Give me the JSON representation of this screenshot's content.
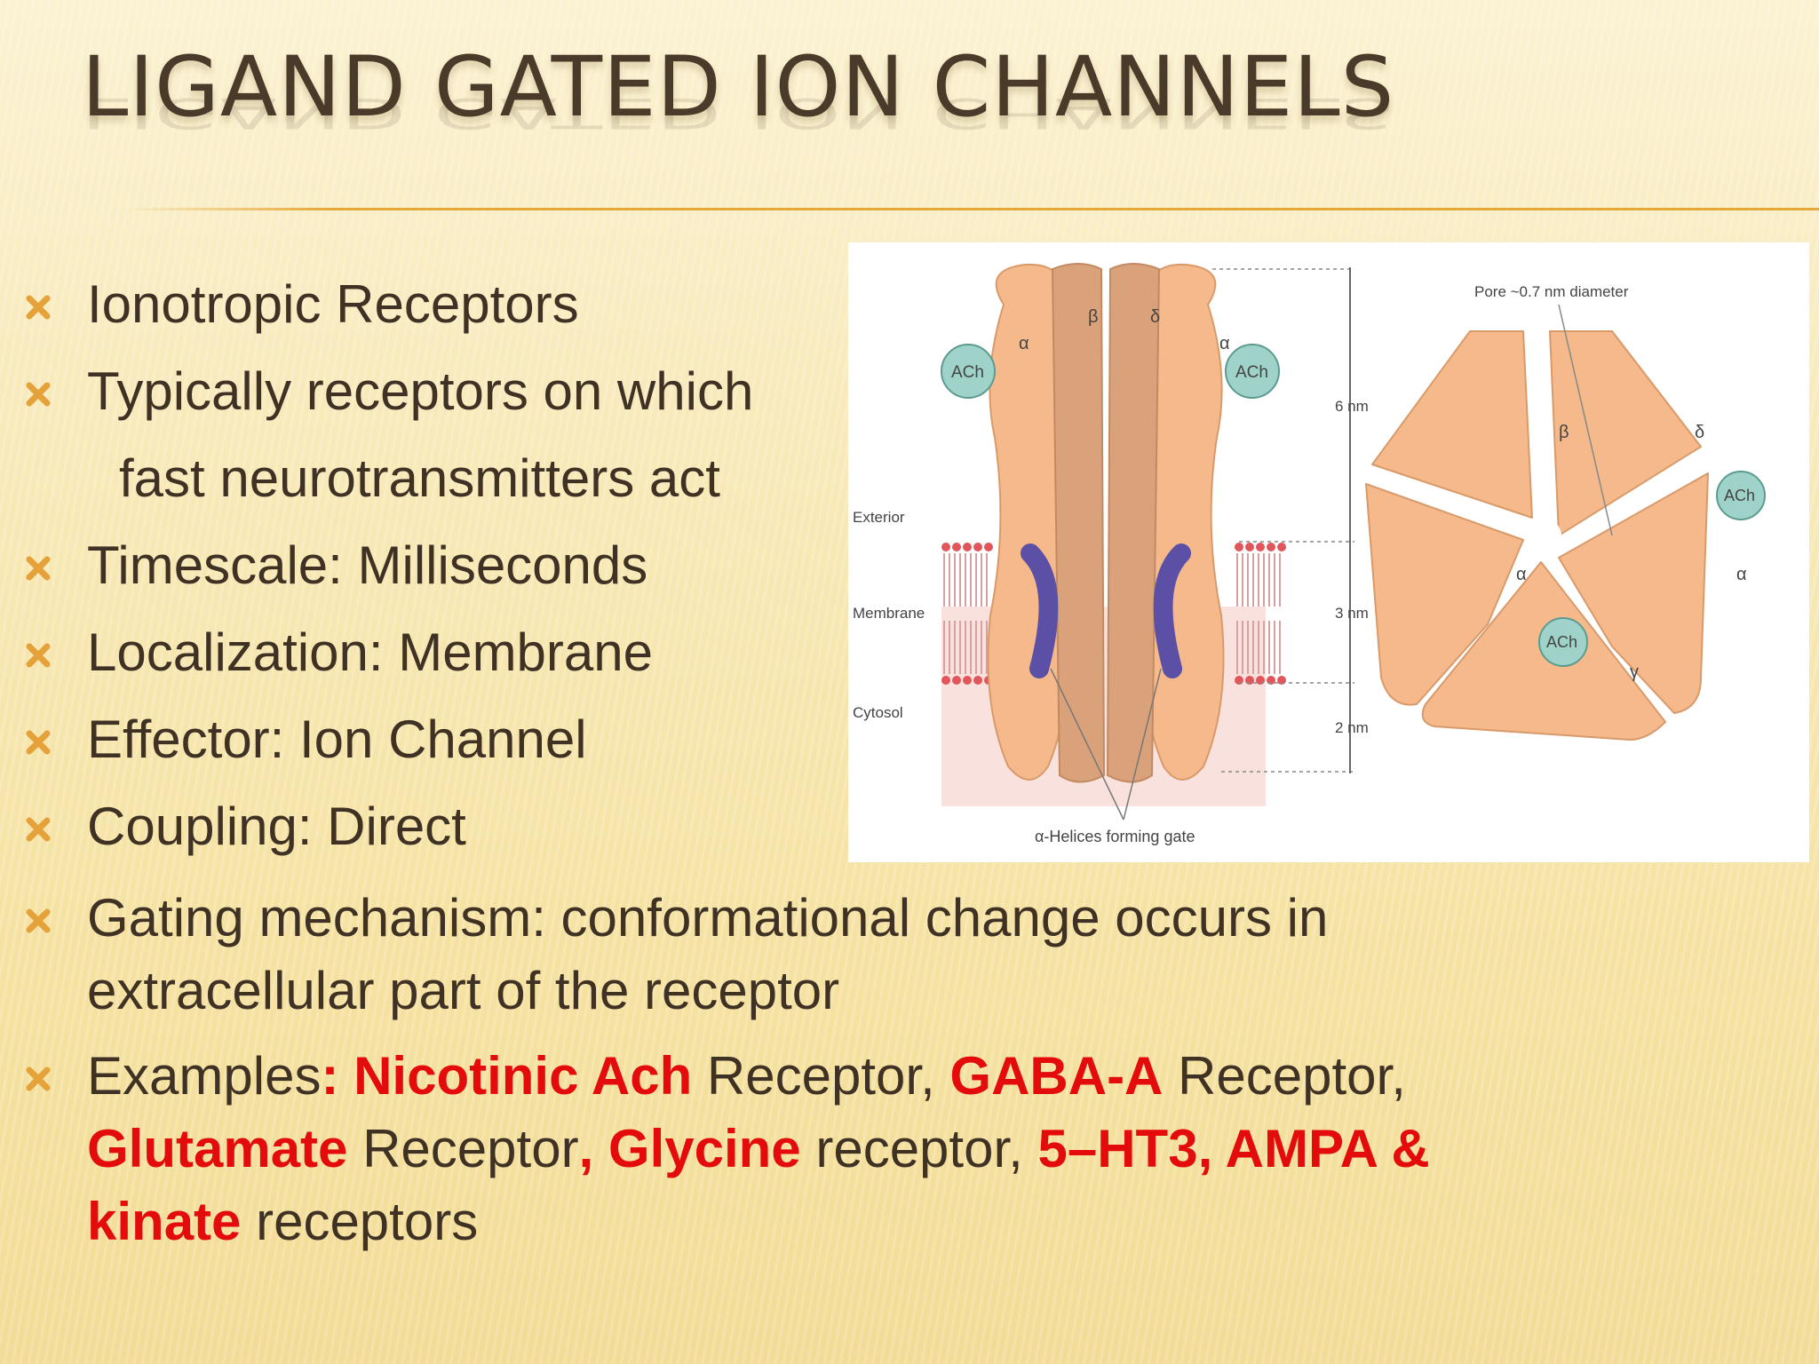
{
  "slide": {
    "title": "LIGAND GATED ION CHANNELS"
  },
  "bullets": [
    {
      "line1": "Ionotropic Receptors"
    },
    {
      "line1": "Typically receptors on which",
      "line2": "fast neurotransmitters act"
    },
    {
      "line1": "Timescale: Milliseconds"
    },
    {
      "line1": "Localization: Membrane"
    },
    {
      "line1": "Effector: Ion Channel"
    },
    {
      "line1": "Coupling: Direct"
    },
    {
      "line1": "Gating mechanism: conformational change occurs in",
      "line2": "extracellular part of the receptor"
    }
  ],
  "examples": {
    "t1": "Examples",
    "r1": ": Nicotinic Ach",
    "t2": " Receptor, ",
    "r2": "GABA-A",
    "t3": " Receptor,",
    "r3": "Glutamate",
    "t4": " Receptor",
    "r4": ", Glycine",
    "t5": " receptor, ",
    "r5": "5–HT3, AMPA &",
    "r6": "kinate",
    "t6": " receptors"
  },
  "figure": {
    "subunits_side": [
      "α",
      "β",
      "δ",
      "α"
    ],
    "ach": "ACh",
    "exterior": "Exterior",
    "membrane": "Membrane",
    "cytosol": "Cytosol",
    "dim_top": "6 nm",
    "dim_mid": "3 nm",
    "dim_bot": "2 nm",
    "gate_caption": "α-Helices forming gate",
    "pore_caption": "Pore ~0.7 nm diameter",
    "subunits_top": [
      "β",
      "δ",
      "α",
      "γ",
      "α"
    ]
  },
  "colors": {
    "title": "#4a3a2a",
    "text": "#3f3225",
    "highlight": "#e30b0b",
    "bullet_mark": "#e6a23a",
    "protein": "#f5b98b",
    "protein_dark": "#d99a6a",
    "ach": "#9fd3c9",
    "helix": "#6a5fb0",
    "lipid_head": "#e0565a"
  },
  "icons": {
    "bullet": "x-mark-icon"
  }
}
